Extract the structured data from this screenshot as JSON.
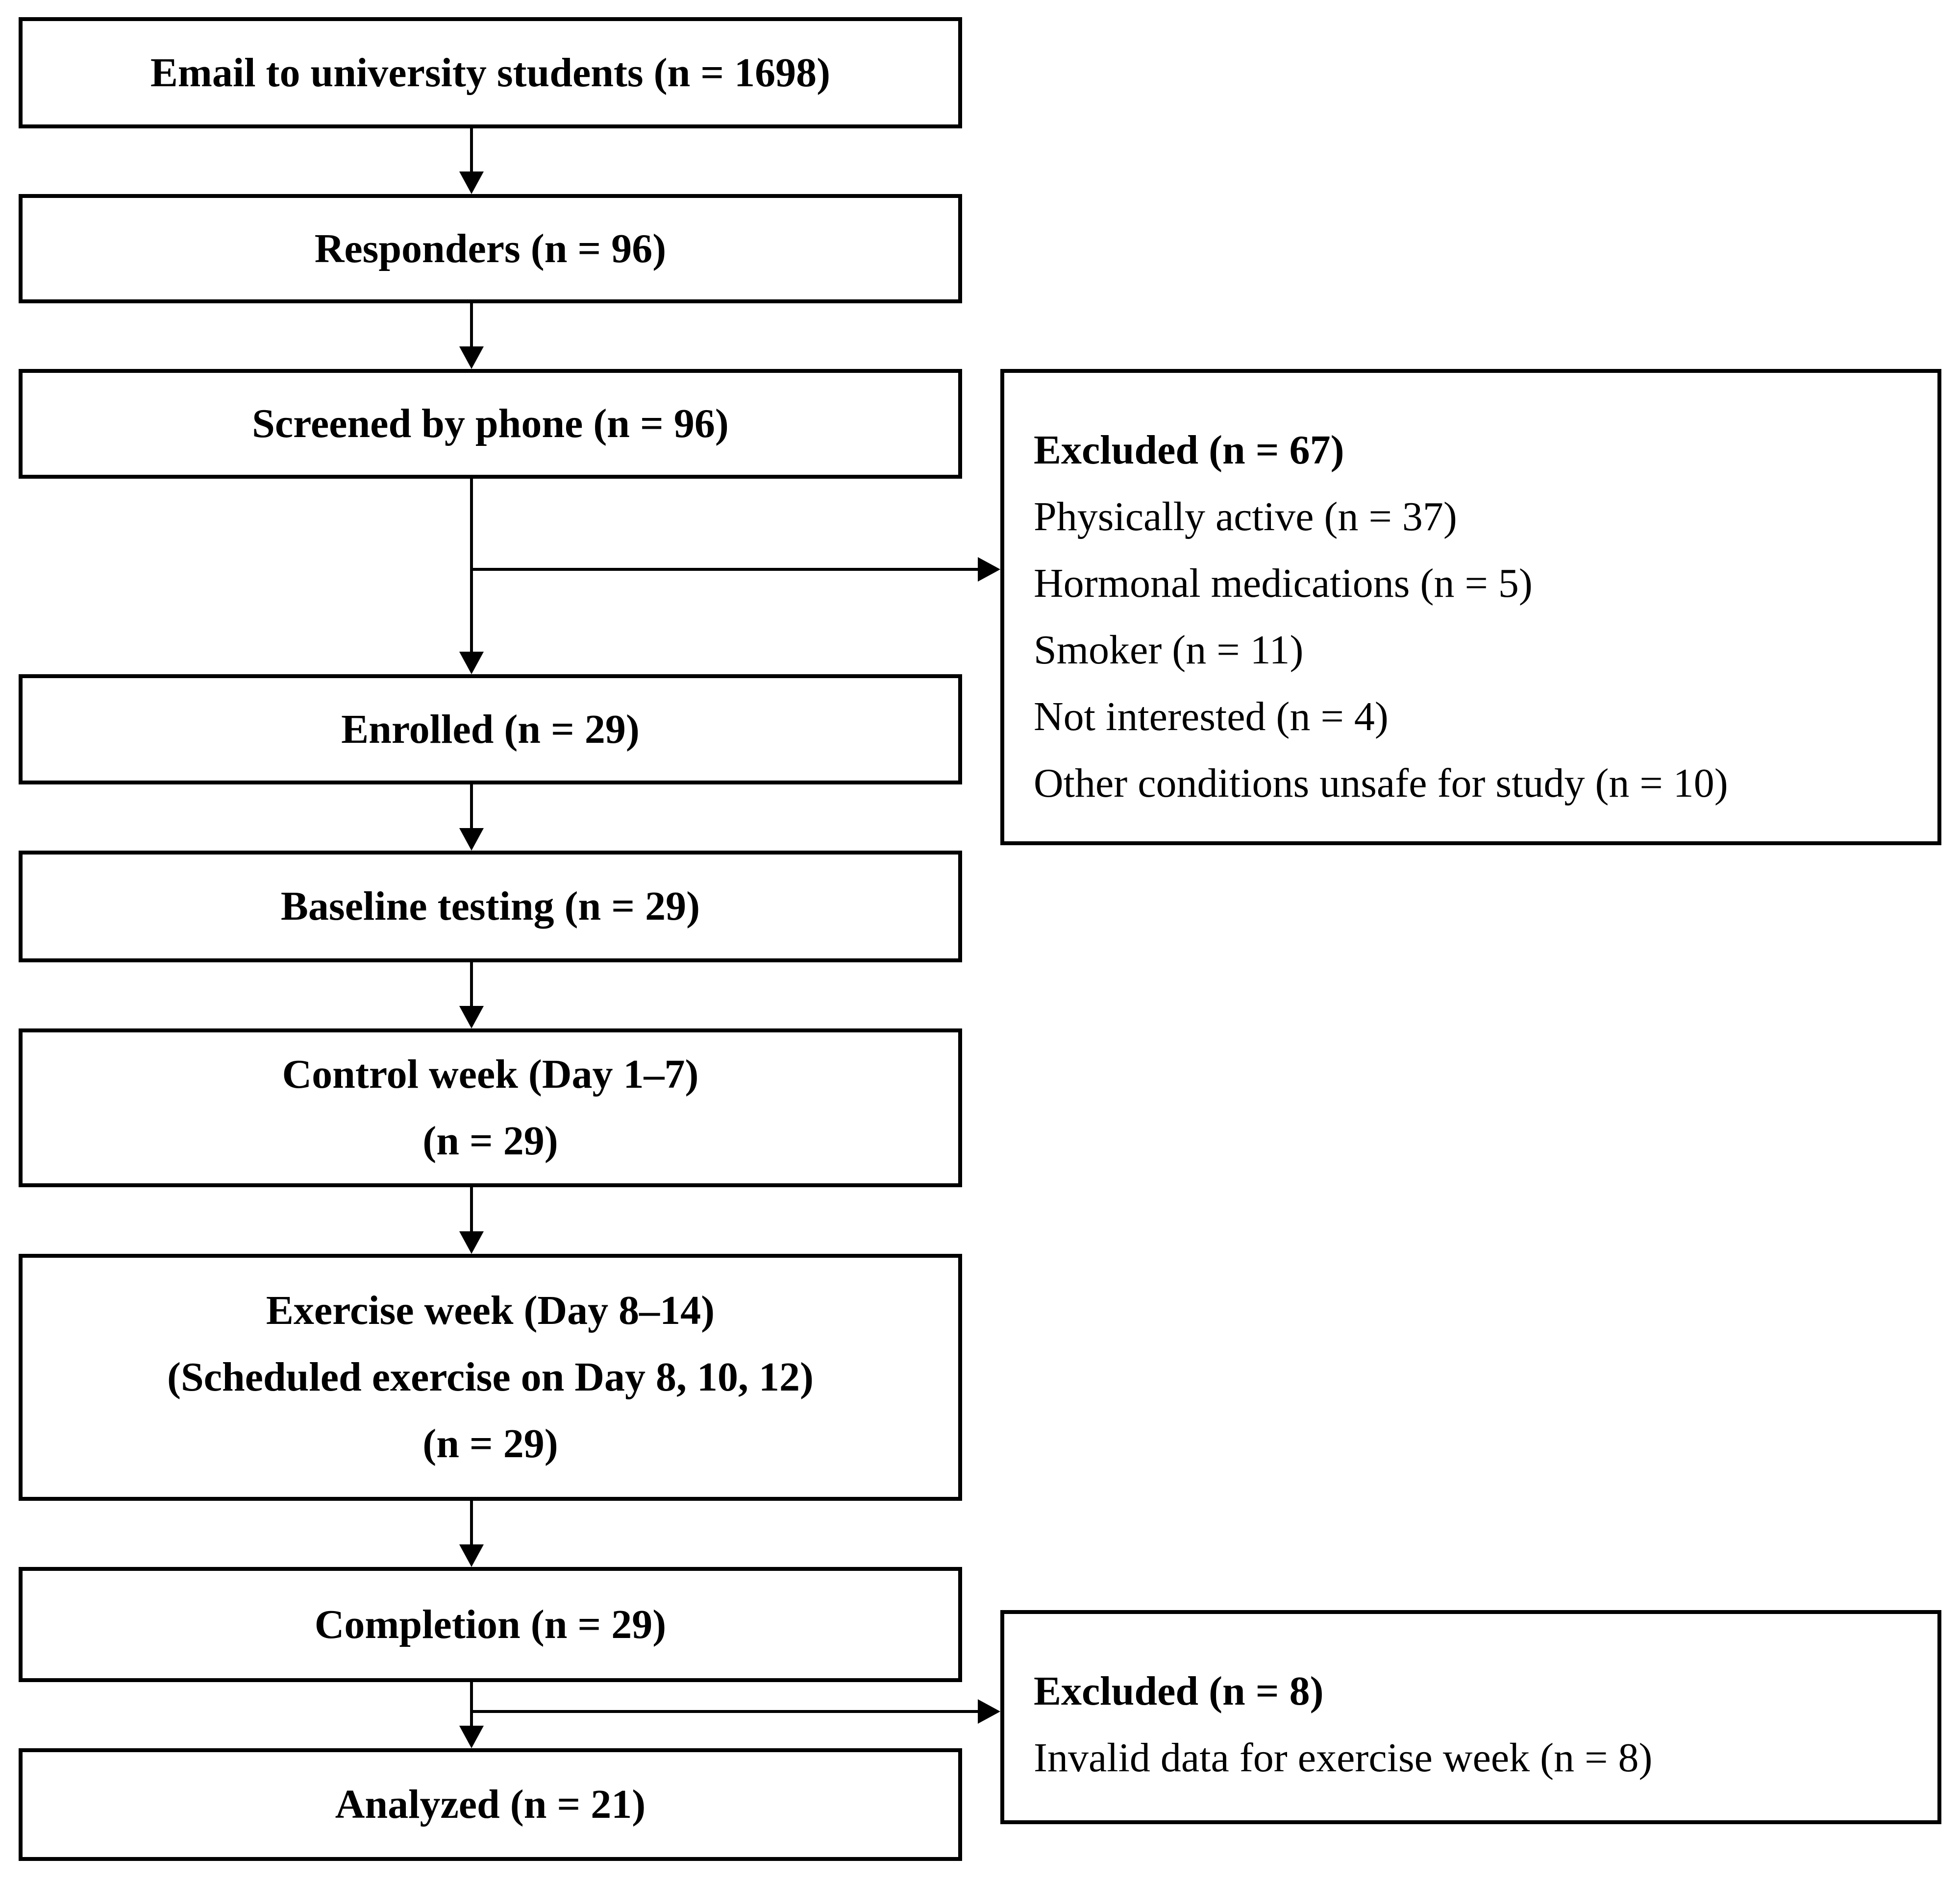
{
  "flow": {
    "email": "Email to university students (n = 1698)",
    "responders": "Responders (n = 96)",
    "screened": "Screened by phone (n = 96)",
    "enrolled": "Enrolled (n = 29)",
    "baseline": "Baseline testing (n = 29)",
    "control": {
      "line1": "Control week (Day 1–7)",
      "line2": "(n = 29)"
    },
    "exercise": {
      "line1": "Exercise week (Day 8–14)",
      "line2": "(Scheduled exercise on Day 8, 10, 12)",
      "line3": "(n = 29)"
    },
    "completion": "Completion (n = 29)",
    "analyzed": "Analyzed (n = 21)"
  },
  "excluded_screening": {
    "title": "Excluded (n = 67)",
    "items": [
      "Physically active (n = 37)",
      "Hormonal medications (n = 5)",
      "Smoker (n = 11)",
      "Not interested (n = 4)",
      "Other conditions unsafe for study (n = 10)"
    ]
  },
  "excluded_completion": {
    "title": "Excluded (n = 8)",
    "items": [
      "Invalid data for exercise week (n = 8)"
    ]
  },
  "colors": {
    "line": "#000000",
    "background": "#ffffff"
  }
}
